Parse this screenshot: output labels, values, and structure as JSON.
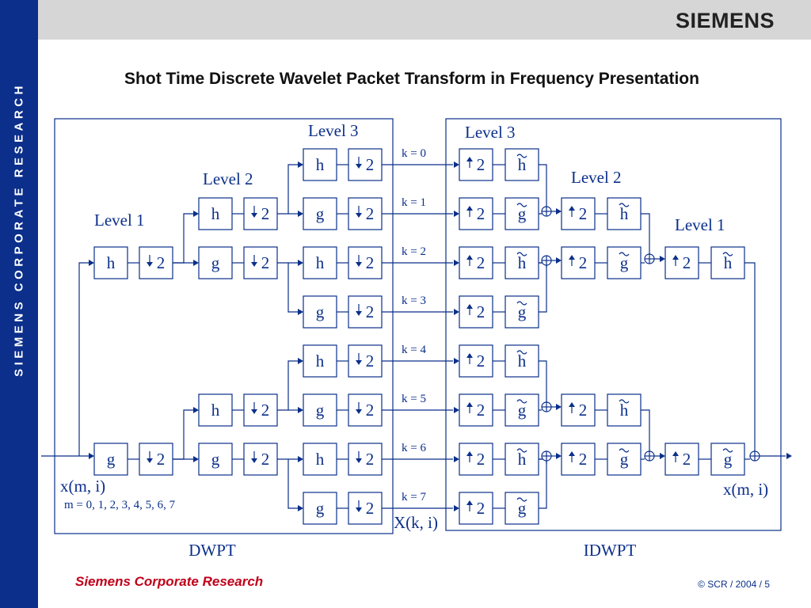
{
  "header": {
    "brand": "SIEMENS"
  },
  "sidebar": {
    "text": "SIEMENS CORPORATE RESEARCH"
  },
  "title": "Shot Time Discrete Wavelet Packet Transform in Frequency Presentation",
  "dwpt": {
    "caption": "DWPT",
    "level1_label": "Level 1",
    "level2_label": "Level 2",
    "level3_label": "Level 3",
    "input_label": "x(m, i)",
    "input_range": "m = 0, 1, 2, 3, 4, 5, 6, 7",
    "filter_h": "h",
    "filter_g": "g",
    "down_label": "2"
  },
  "idwpt": {
    "caption": "IDWPT",
    "level1_label": "Level 1",
    "level2_label": "Level 2",
    "level3_label": "Level 3",
    "output_label": "x(m, i)",
    "filter_h": "h",
    "filter_g": "g",
    "up_label": "2"
  },
  "coefficients": {
    "label": "X(k, i)",
    "k_labels": [
      "k = 0",
      "k = 1",
      "k = 2",
      "k = 3",
      "k = 4",
      "k = 5",
      "k = 6",
      "k = 7"
    ]
  },
  "footer": {
    "left": "Siemens Corporate Research",
    "right": "© SCR / 2004 / 5"
  },
  "colors": {
    "diagram": "#0b2f8a",
    "sidebar": "#0b2f8a",
    "topbar": "#d6d6d6",
    "footer_left": "#c0001a"
  },
  "icons": {
    "adder": "circle-plus-icon",
    "downsample": "down-arrow-icon",
    "upsample": "up-arrow-icon",
    "tilde": "tilde-icon"
  }
}
